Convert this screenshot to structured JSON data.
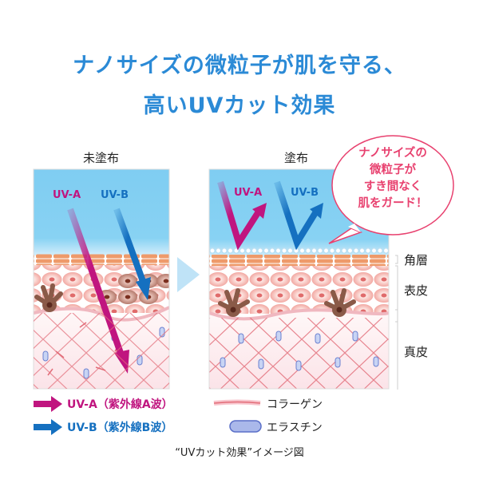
{
  "title": {
    "line1": "ナノサイズの微粒子が肌を守る、",
    "line2": "高いUVカット効果"
  },
  "panels": {
    "left": {
      "label": "未塗布",
      "uva": "UV-A",
      "uvb": "UV-B"
    },
    "right": {
      "label": "塗布",
      "uva": "UV-A",
      "uvb": "UV-B"
    }
  },
  "bubble": {
    "lines": [
      "ナノサイズの",
      "微粒子が",
      "すき間なく",
      "肌をガード！"
    ]
  },
  "layers": {
    "stratum_corneum": "角層",
    "epidermis": "表皮",
    "dermis": "真皮"
  },
  "legend": {
    "uva": "UV-A（紫外線A波）",
    "uvb": "UV-B（紫外線B波）",
    "collagen": "コラーゲン",
    "elastin": "エラスチン"
  },
  "caption": "“UVカット効果”イメージ図",
  "colors": {
    "title": "#2b8ad6",
    "uva": "#c0157f",
    "uvb": "#1570c0",
    "bubble": "#e8416f",
    "sky": "#7fcdf2"
  }
}
